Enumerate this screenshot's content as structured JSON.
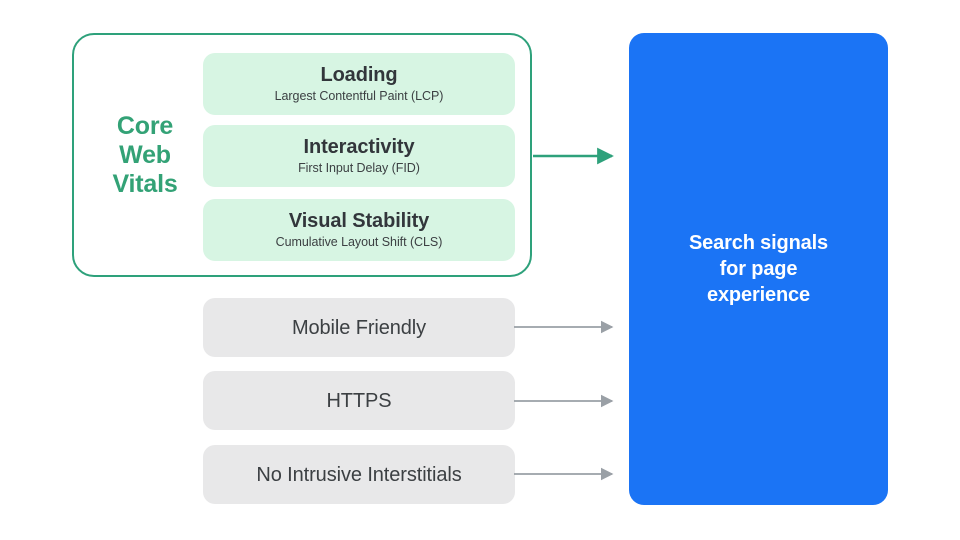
{
  "diagram": {
    "title": "Search signals for page experience",
    "colors": {
      "core_web_vitals_green": "#33A276",
      "core_web_vitals_border": "#2EA17B",
      "metric_card_fill": "#D7F5E3",
      "grey_card_fill": "#E8E8E9",
      "blue_fill": "#1B74F5",
      "arrow_grey": "#9AA0A6",
      "arrow_green": "#2EA17B",
      "text_dark": "#3C4043",
      "text_white": "#FFFFFF"
    }
  },
  "core_web_vitals": {
    "group_label_lines": [
      "Core",
      "Web",
      "Vitals"
    ],
    "metrics": [
      {
        "title": "Loading",
        "subtitle": "Largest Contentful Paint (LCP)"
      },
      {
        "title": "Interactivity",
        "subtitle": "First Input Delay (FID)"
      },
      {
        "title": "Visual Stability",
        "subtitle": "Cumulative Layout Shift (CLS)"
      }
    ]
  },
  "other_signals": [
    {
      "label": "Mobile Friendly"
    },
    {
      "label": "HTTPS"
    },
    {
      "label": "No Intrusive Interstitials"
    }
  ],
  "destination": {
    "lines": [
      "Search signals",
      "for page",
      "experience"
    ]
  },
  "connectors": [
    {
      "name": "core-web-vitals-arrow",
      "color": "#2EA17B"
    },
    {
      "name": "mobile-friendly-arrow",
      "color": "#9AA0A6"
    },
    {
      "name": "https-arrow",
      "color": "#9AA0A6"
    },
    {
      "name": "no-intrusive-interstitials-arrow",
      "color": "#9AA0A6"
    }
  ]
}
